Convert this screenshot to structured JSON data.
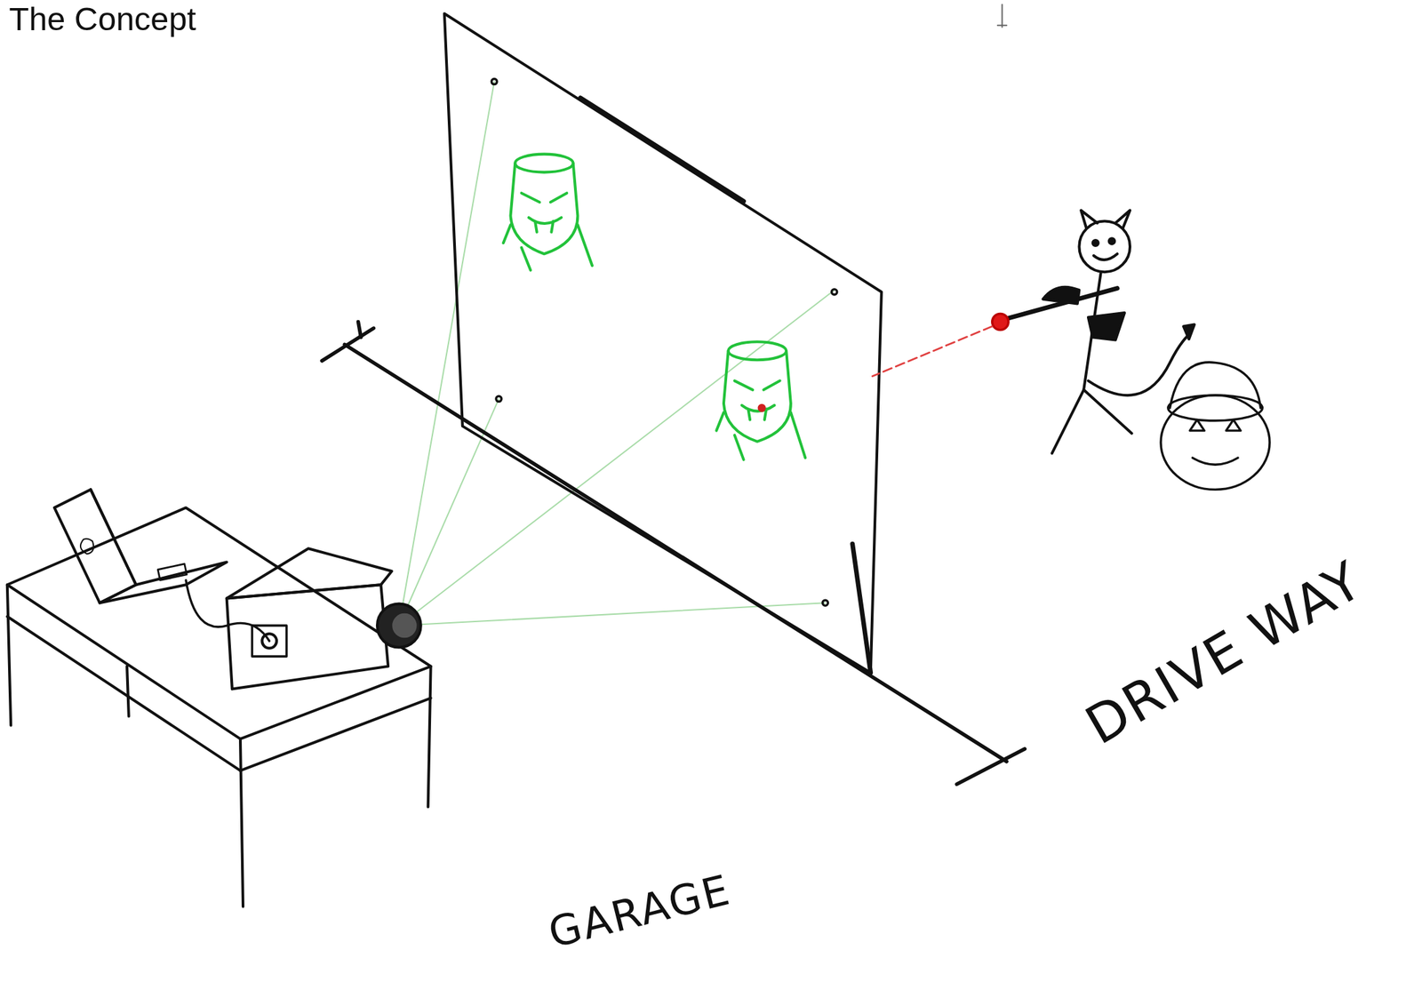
{
  "diagram": {
    "title": "The Concept",
    "labels": [
      "GARAGE",
      "DRIVE WAY"
    ]
  }
}
